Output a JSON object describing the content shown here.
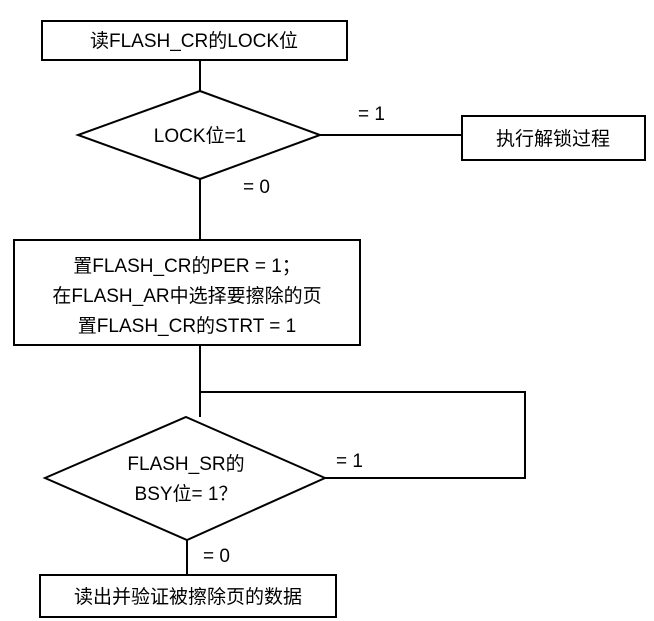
{
  "diagram": {
    "type": "flowchart",
    "title": "",
    "nodes": {
      "read_lock": {
        "kind": "process",
        "lines": [
          "读FLASH_CR的LOCK位"
        ]
      },
      "lock_check": {
        "kind": "decision",
        "lines": [
          "LOCK位=1"
        ]
      },
      "unlock": {
        "kind": "process",
        "lines": [
          "执行解锁过程"
        ]
      },
      "setup_erase": {
        "kind": "process",
        "lines": [
          "置FLASH_CR的PER = 1；",
          "在FLASH_AR中选择要擦除的页",
          "置FLASH_CR的STRT = 1"
        ]
      },
      "busy_check": {
        "kind": "decision",
        "lines": [
          "FLASH_SR的",
          "BSY位= 1？"
        ]
      },
      "verify": {
        "kind": "process",
        "lines": [
          "读出并验证被擦除页的数据"
        ]
      }
    },
    "edges": {
      "read_to_lock": {
        "from": "read_lock",
        "to": "lock_check",
        "label": ""
      },
      "lock_yes": {
        "from": "lock_check",
        "to": "unlock",
        "label": "= 1"
      },
      "lock_no": {
        "from": "lock_check",
        "to": "setup_erase",
        "label": "= 0"
      },
      "setup_to_busy": {
        "from": "setup_erase",
        "to": "busy_check",
        "label": ""
      },
      "busy_yes": {
        "from": "busy_check",
        "to": "busy_check",
        "label": "= 1"
      },
      "busy_no": {
        "from": "busy_check",
        "to": "verify",
        "label": "= 0"
      }
    },
    "colors": {
      "stroke": "#000000",
      "fill": "#ffffff",
      "text": "#000000"
    }
  }
}
